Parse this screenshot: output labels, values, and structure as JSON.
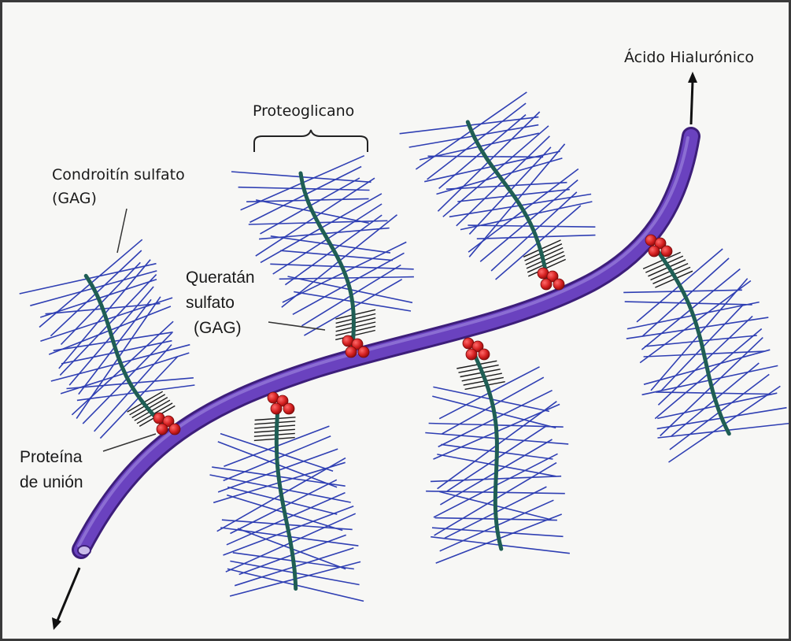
{
  "labels": {
    "hyaluronic": "Ácido Hialurónico",
    "proteoglycan": "Proteoglicano",
    "chondroitin_line1": "Condroitín sulfato",
    "chondroitin_line2": "(GAG)",
    "keratan_line1": "Queratán",
    "keratan_line2": "sulfato",
    "keratan_line3": "(GAG)",
    "link_line1": "Proteína",
    "link_line2": "de unión"
  },
  "colors": {
    "hyaluronic_backbone": "#5a2fa6",
    "core_protein": "#1f5e54",
    "chondroitin_chains": "#2f3fb3",
    "keratan_chains": "#1a1a1a",
    "link_protein": "#d42020",
    "background": "#f7f7f5"
  }
}
